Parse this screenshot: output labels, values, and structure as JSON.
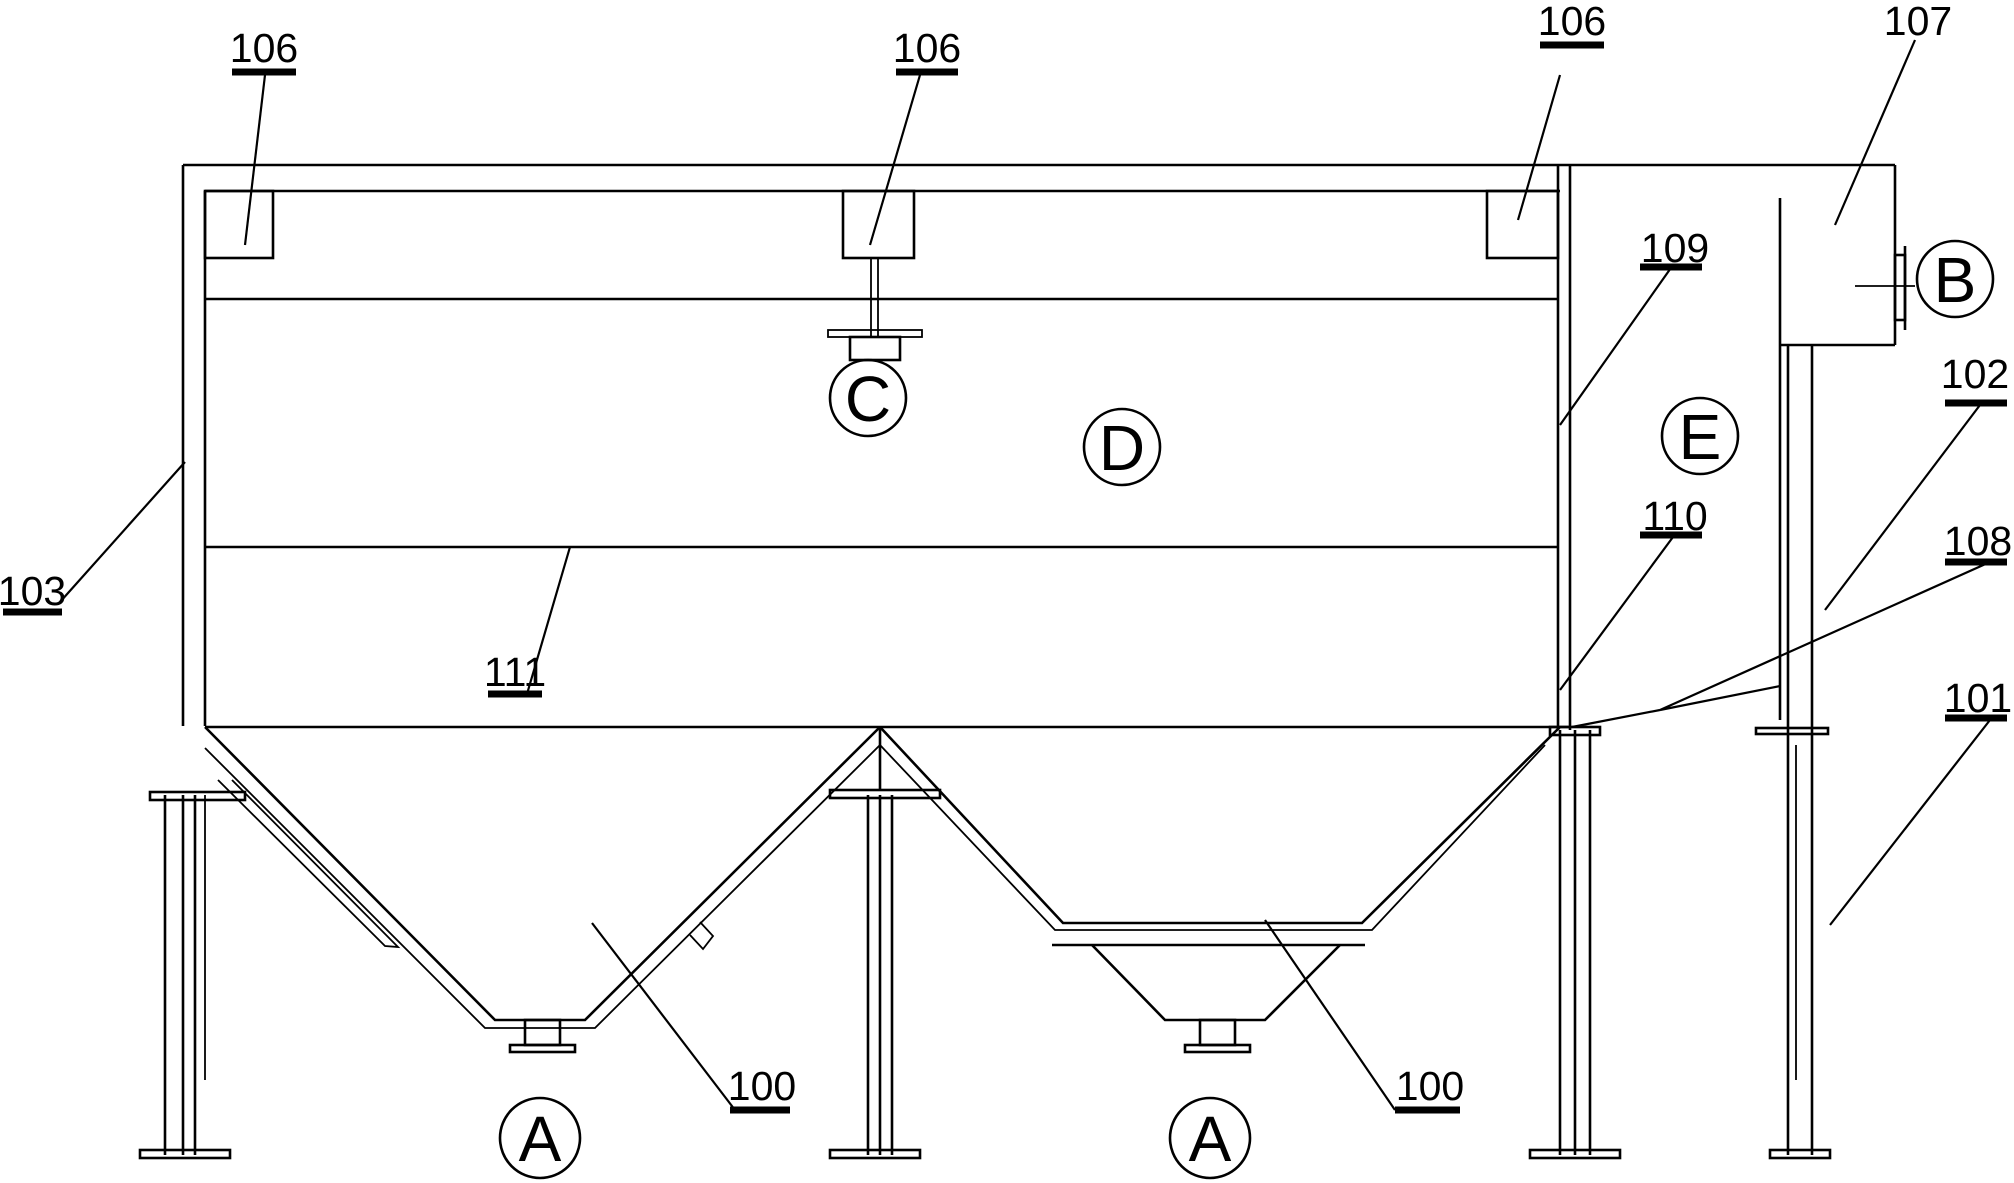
{
  "part_labels": [
    "106",
    "106",
    "106",
    "107",
    "109",
    "102",
    "103",
    "110",
    "108",
    "111",
    "101",
    "100",
    "100"
  ],
  "zone_labels": [
    "A",
    "A",
    "B",
    "C",
    "D",
    "E"
  ]
}
